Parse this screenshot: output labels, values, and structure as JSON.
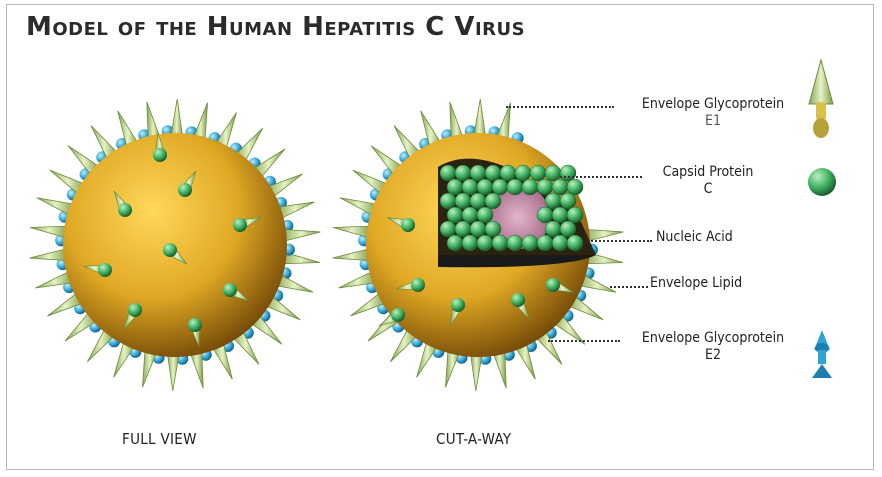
{
  "title": "Model of the Human Hepatitis C Virus",
  "views": {
    "full": "FULL VIEW",
    "cutaway": "CUT-A-WAY"
  },
  "labels": {
    "e1": {
      "name": "Envelope Glycoprotein",
      "sub": "E1"
    },
    "capsid": {
      "name": "Capsid Protein",
      "sub": "C"
    },
    "nucleic": {
      "name": "Nucleic Acid"
    },
    "lipid": {
      "name": "Envelope Lipid"
    },
    "e2": {
      "name": "Envelope Glycoprotein",
      "sub": "E2"
    }
  },
  "colors": {
    "envelope": "#e0a824",
    "envelope_dark": "#7a4f08",
    "spike": "#c9dc9a",
    "spike_blue": "#2fa3d2",
    "capsid": "#3eae5e",
    "nucleic": "#c58aa6"
  }
}
